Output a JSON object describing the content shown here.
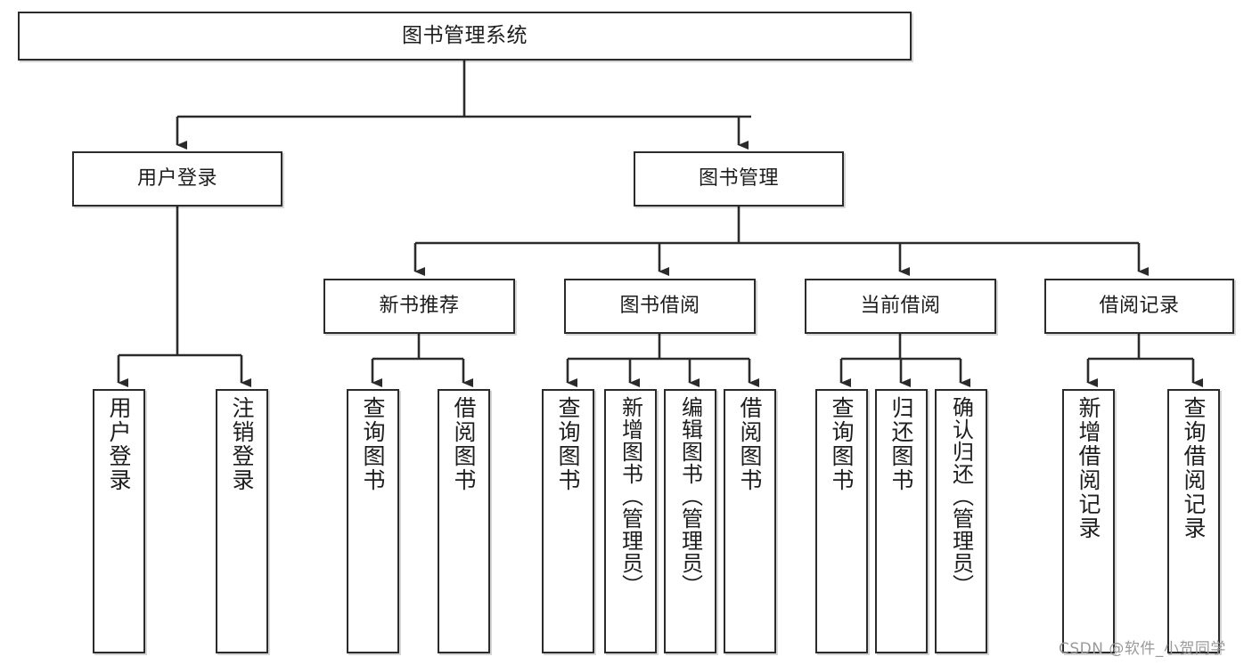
{
  "diagram": {
    "title": "图书管理系统",
    "type": "tree",
    "root": {
      "id": "root",
      "label": "图书管理系统",
      "orientation": "horizontal"
    },
    "level2": [
      {
        "id": "user-login",
        "label": "用户登录",
        "orientation": "horizontal"
      },
      {
        "id": "book-manage",
        "label": "图书管理",
        "orientation": "horizontal"
      }
    ],
    "level3": [
      {
        "id": "new-book-rec",
        "label": "新书推荐",
        "orientation": "horizontal",
        "parent": "book-manage"
      },
      {
        "id": "book-borrow",
        "label": "图书借阅",
        "orientation": "horizontal",
        "parent": "book-manage"
      },
      {
        "id": "current-borrow",
        "label": "当前借阅",
        "orientation": "horizontal",
        "parent": "book-manage"
      },
      {
        "id": "borrow-record",
        "label": "借阅记录",
        "orientation": "horizontal",
        "parent": "book-manage"
      }
    ],
    "leaves": [
      {
        "id": "leaf-user-login",
        "label": "用户登录",
        "orientation": "vertical",
        "parent": "user-login"
      },
      {
        "id": "leaf-logout",
        "label": "注销登录",
        "orientation": "vertical",
        "parent": "user-login"
      },
      {
        "id": "leaf-query-book-1",
        "label": "查询图书",
        "orientation": "vertical",
        "parent": "new-book-rec"
      },
      {
        "id": "leaf-borrow-book-1",
        "label": "借阅图书",
        "orientation": "vertical",
        "parent": "new-book-rec"
      },
      {
        "id": "leaf-query-book-2",
        "label": "查询图书",
        "orientation": "vertical",
        "parent": "book-borrow"
      },
      {
        "id": "leaf-add-book",
        "label": "新增图书（管理员）",
        "orientation": "vertical",
        "parent": "book-borrow"
      },
      {
        "id": "leaf-edit-book",
        "label": "编辑图书（管理员）",
        "orientation": "vertical",
        "parent": "book-borrow"
      },
      {
        "id": "leaf-borrow-book-2",
        "label": "借阅图书",
        "orientation": "vertical",
        "parent": "book-borrow"
      },
      {
        "id": "leaf-query-book-3",
        "label": "查询图书",
        "orientation": "vertical",
        "parent": "current-borrow"
      },
      {
        "id": "leaf-return-book",
        "label": "归还图书",
        "orientation": "vertical",
        "parent": "current-borrow"
      },
      {
        "id": "leaf-confirm-return",
        "label": "确认归还（管理员）",
        "orientation": "vertical",
        "parent": "current-borrow"
      },
      {
        "id": "leaf-add-record",
        "label": "新增借阅记录",
        "orientation": "vertical",
        "parent": "borrow-record"
      },
      {
        "id": "leaf-query-record",
        "label": "查询借阅记录",
        "orientation": "vertical",
        "parent": "borrow-record"
      }
    ]
  },
  "watermark": {
    "text": "CSDN @软件_小贺同学"
  },
  "colors": {
    "box_border": "#2b2b2b",
    "box_fill": "#ffffff",
    "line": "#2b2b2b",
    "text": "#1d1d1d",
    "watermark": "#9a9a9a",
    "page_background": "#ffffff"
  }
}
